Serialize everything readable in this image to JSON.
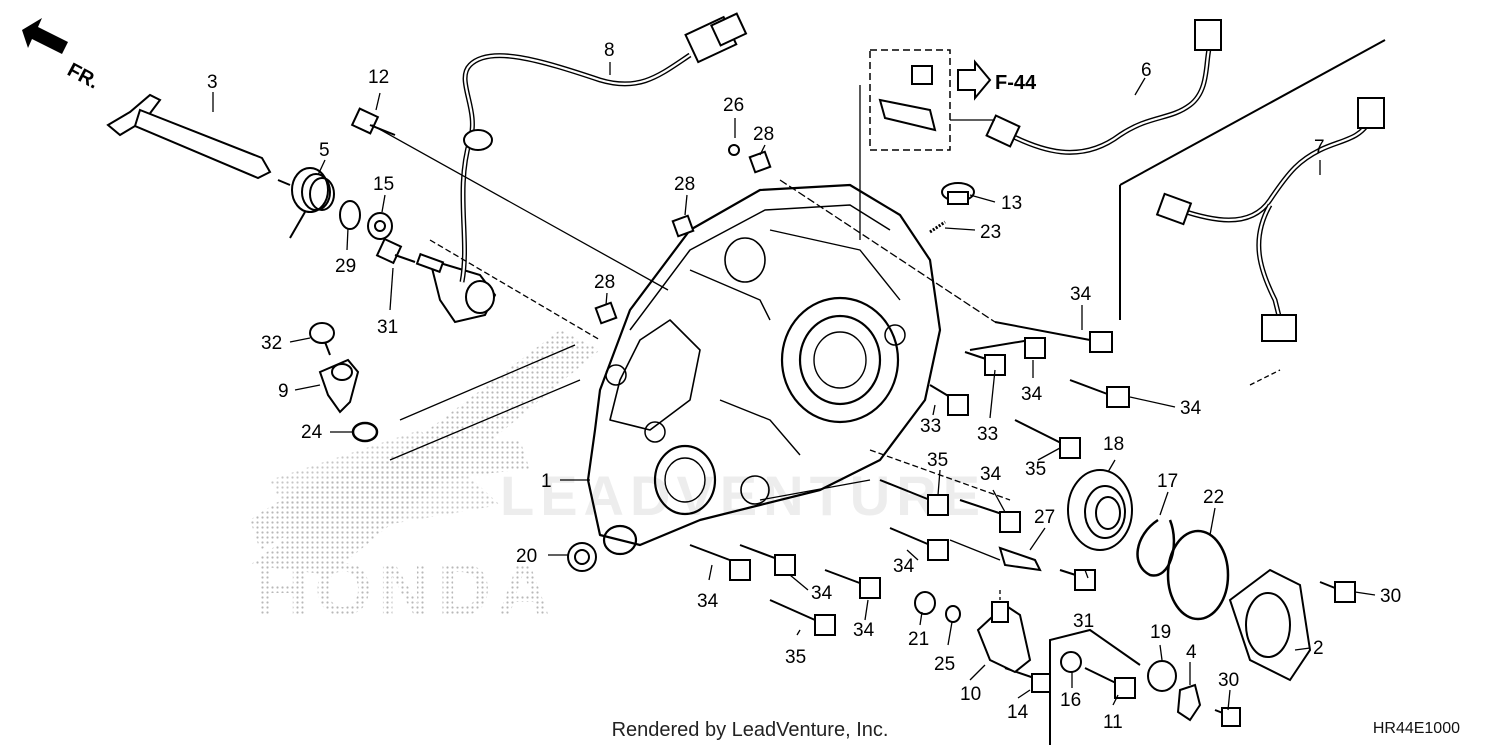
{
  "diagram": {
    "direction_label": "FR.",
    "reference_label": "F-44",
    "footer": "Rendered by LeadVenture, Inc.",
    "diagram_code": "HR44E1000",
    "watermark_brand": "HONDA",
    "watermark_vendor": "LEADVENTURE",
    "callouts": [
      "1",
      "2",
      "3",
      "4",
      "5",
      "6",
      "7",
      "8",
      "9",
      "10",
      "11",
      "12",
      "13",
      "14",
      "15",
      "16",
      "17",
      "18",
      "19",
      "20",
      "21",
      "22",
      "23",
      "24",
      "25",
      "26",
      "28",
      "28",
      "28",
      "29",
      "30",
      "30",
      "31",
      "31",
      "32",
      "33",
      "33",
      "34",
      "34",
      "34",
      "34",
      "34",
      "34",
      "34",
      "34",
      "35",
      "35",
      "35",
      "27"
    ]
  }
}
